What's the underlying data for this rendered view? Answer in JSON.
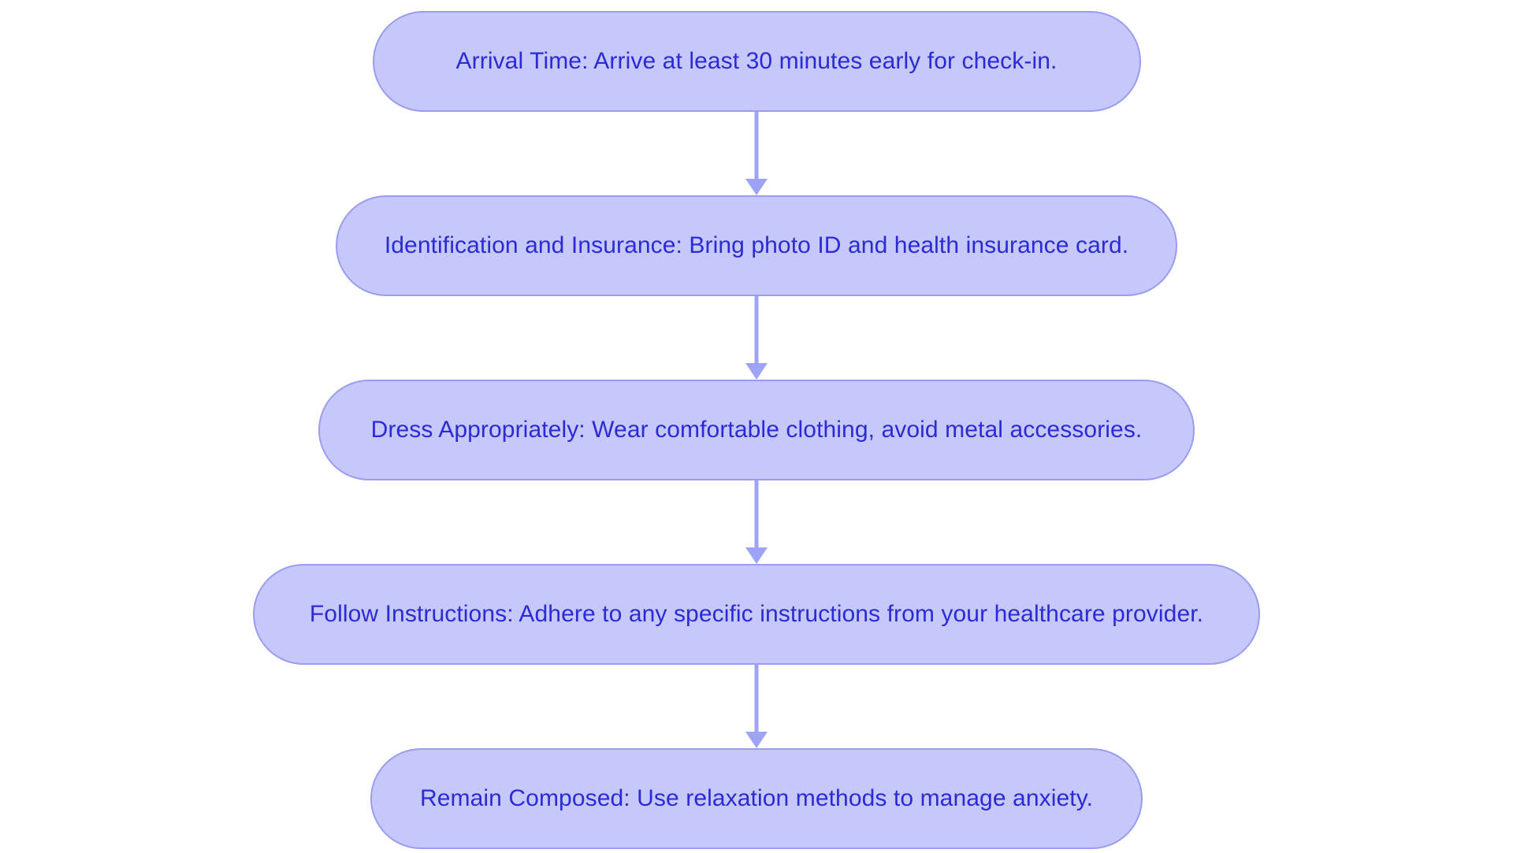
{
  "chart_data": {
    "type": "diagram",
    "diagram_type": "flowchart",
    "orientation": "top-to-bottom",
    "title": "",
    "node_count": 5,
    "nodes": [
      {
        "id": "node-1",
        "label": "Arrival Time: Arrive at least 30 minutes early for check-in."
      },
      {
        "id": "node-2",
        "label": "Identification and Insurance: Bring photo ID and health insurance card."
      },
      {
        "id": "node-3",
        "label": "Dress Appropriately: Wear comfortable clothing, avoid metal accessories."
      },
      {
        "id": "node-4",
        "label": "Follow Instructions: Adhere to any specific instructions from your healthcare provider."
      },
      {
        "id": "node-5",
        "label": "Remain Composed: Use relaxation methods to manage anxiety."
      }
    ],
    "edges": [
      {
        "from": "node-1",
        "to": "node-2",
        "style": "arrow"
      },
      {
        "from": "node-2",
        "to": "node-3",
        "style": "arrow"
      },
      {
        "from": "node-3",
        "to": "node-4",
        "style": "arrow"
      },
      {
        "from": "node-4",
        "to": "node-5",
        "style": "arrow"
      }
    ],
    "colors": {
      "node_fill": "#C6C7FA",
      "node_border": "#9A9CF0",
      "node_text": "#2A2BD4",
      "arrow": "#9FA3F5",
      "background": "#FFFFFF"
    }
  },
  "flowchart": {
    "background": "#FFFFFF",
    "steps": [
      {
        "label": "Arrival Time: Arrive at least 30 minutes early for check-in."
      },
      {
        "label": "Identification and Insurance: Bring photo ID and health insurance card."
      },
      {
        "label": "Dress Appropriately: Wear comfortable clothing, avoid metal accessories."
      },
      {
        "label": "Follow Instructions: Adhere to any specific instructions from your healthcare provider."
      },
      {
        "label": "Remain Composed: Use relaxation methods to manage anxiety."
      }
    ]
  }
}
